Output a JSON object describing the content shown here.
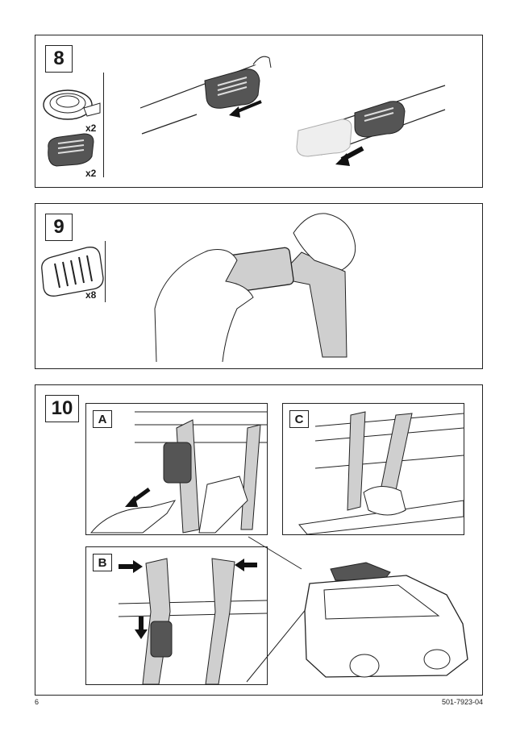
{
  "steps": {
    "s8": {
      "number": "8",
      "qty_strap": "x2",
      "qty_buckle": "x2"
    },
    "s9": {
      "number": "9",
      "qty_pad": "x8"
    },
    "s10": {
      "number": "10",
      "label_a": "A",
      "label_b": "B",
      "label_c": "C"
    }
  },
  "footer": {
    "page_number": "6",
    "doc_code": "501-7923-04"
  },
  "colors": {
    "line": "#222222",
    "strap_fill": "#cfcfcf",
    "buckle_fill": "#555555"
  }
}
